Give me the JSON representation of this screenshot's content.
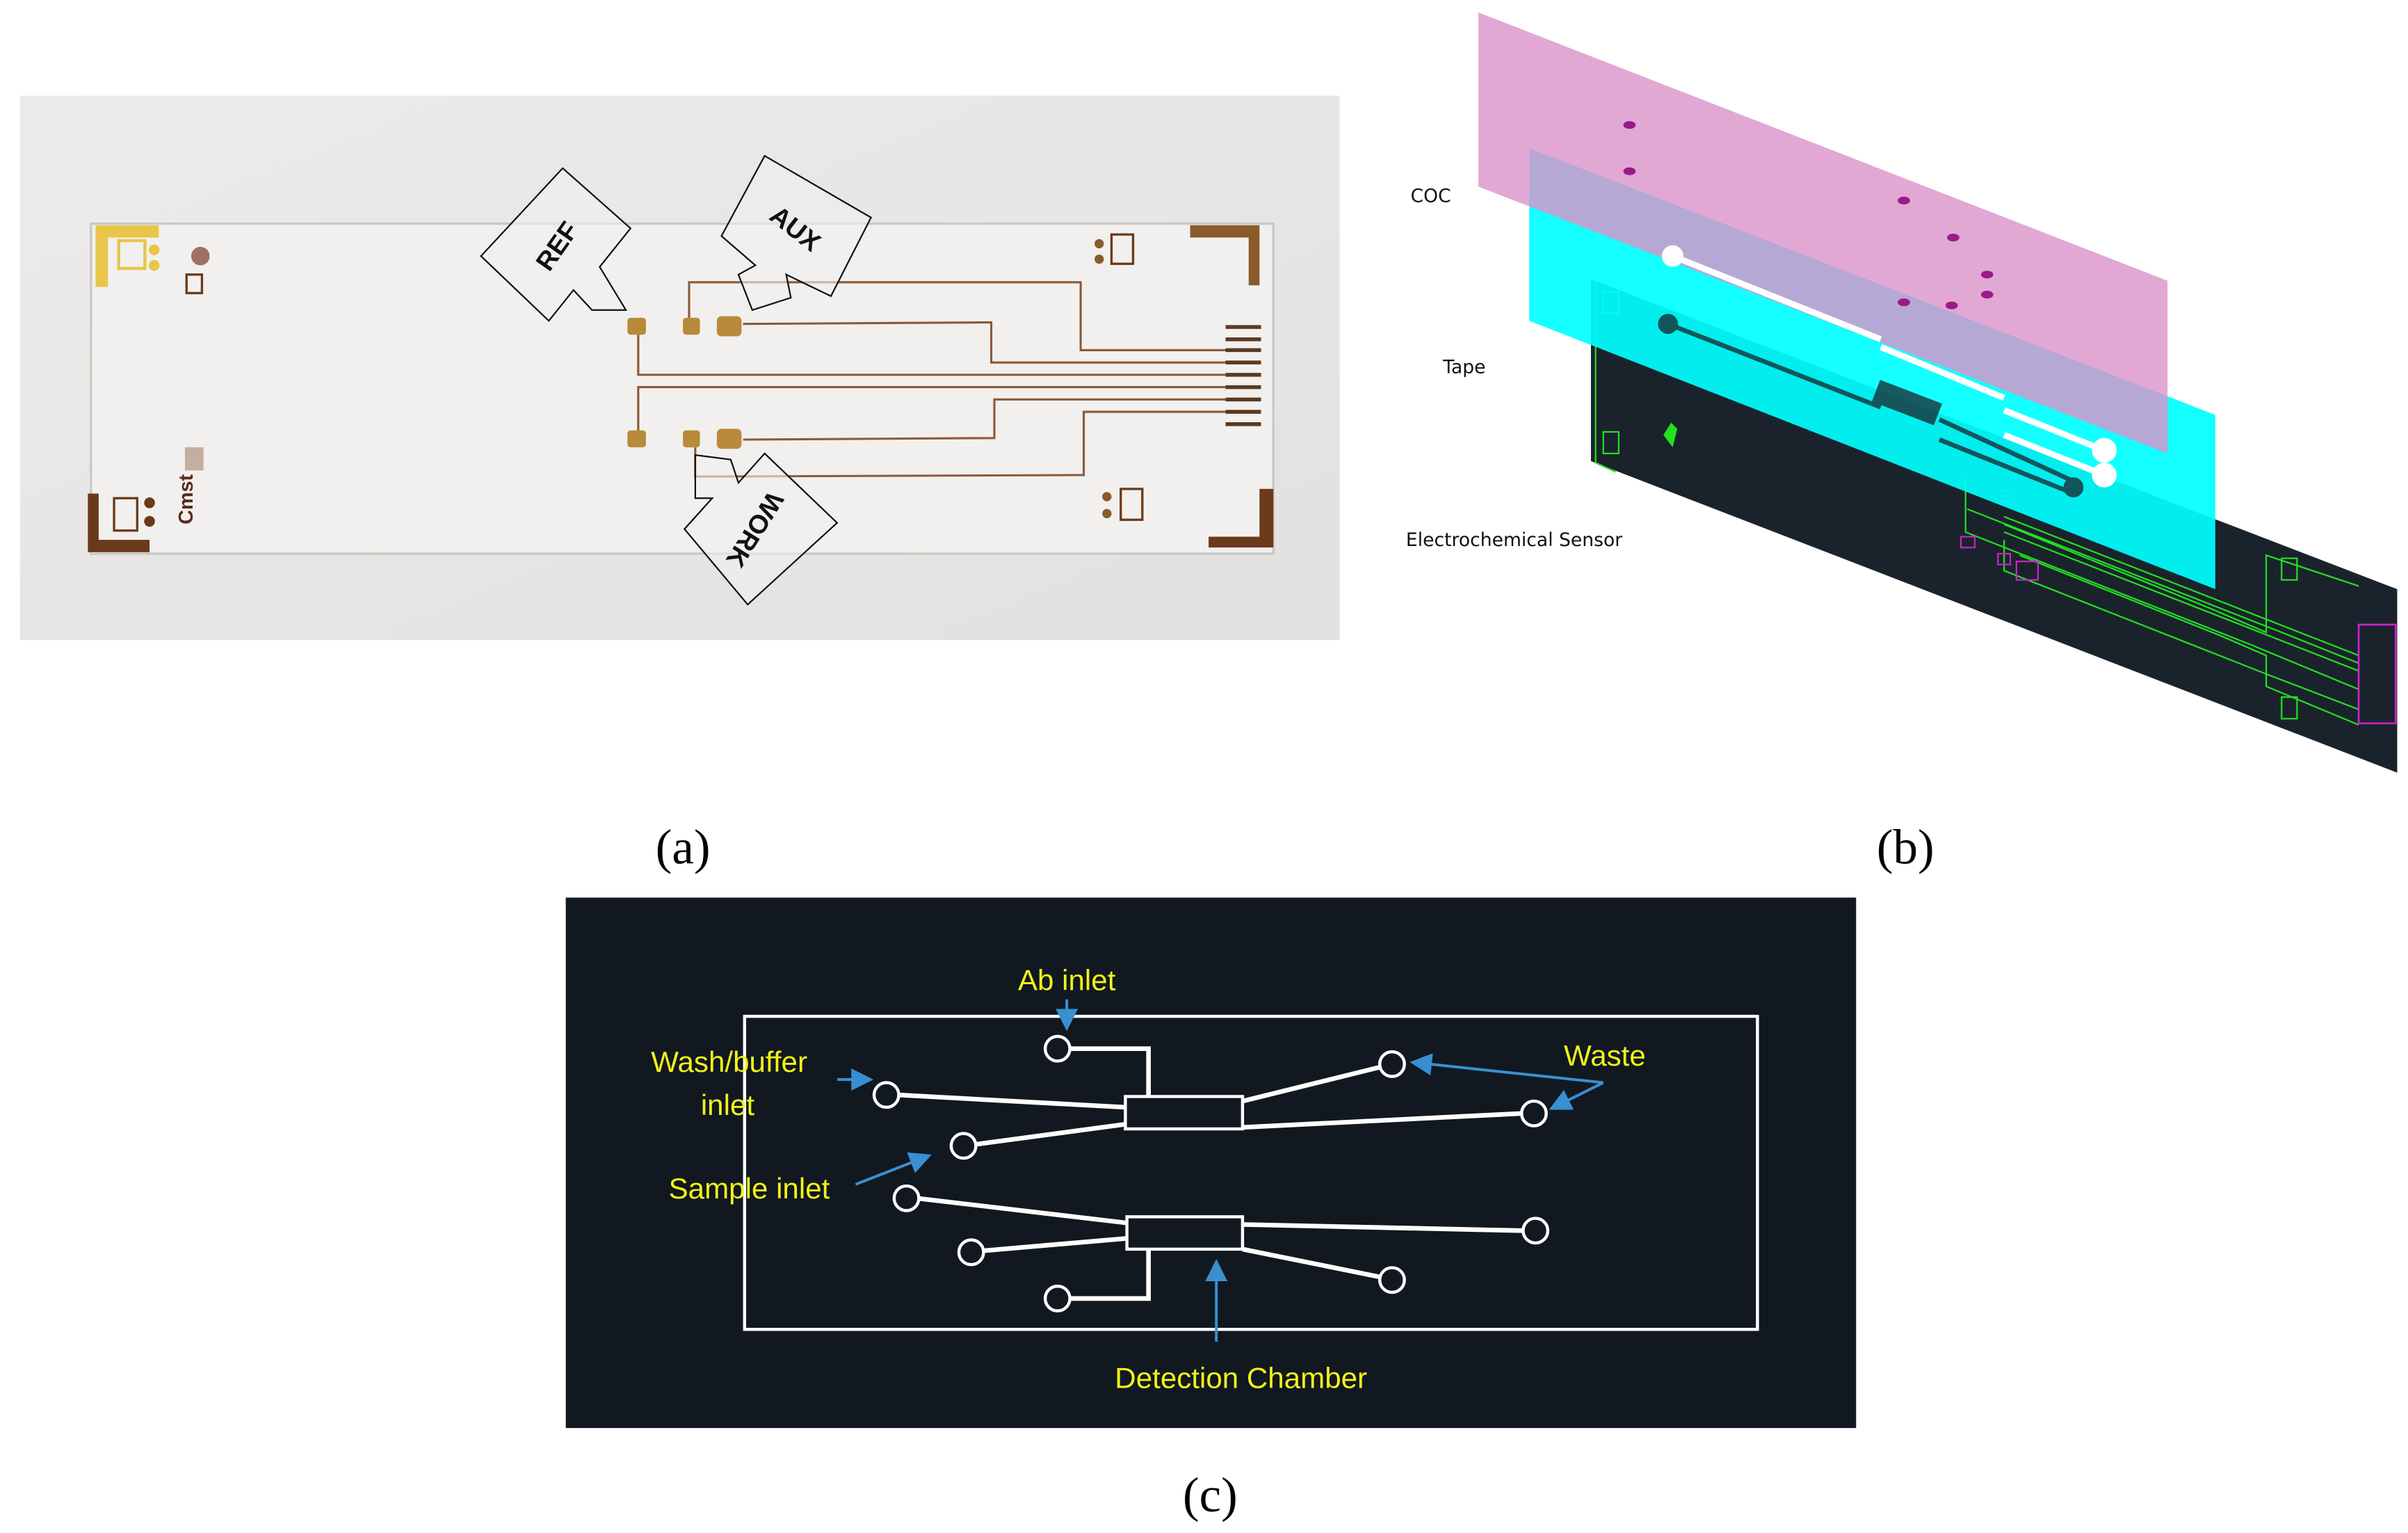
{
  "panels": {
    "a": {
      "label": "(a)",
      "callouts": {
        "ref": "REF",
        "aux": "AUX",
        "work": "WORK"
      },
      "logo_text": "Cmst"
    },
    "b": {
      "label": "(b)",
      "layers": {
        "coc": "COC",
        "tape": "Tape",
        "sensor": "Electrochemical Sensor"
      }
    },
    "c": {
      "label": "(c)",
      "annotations": {
        "ab_inlet": "Ab inlet",
        "wash_line1": "Wash/buffer",
        "wash_line2": "inlet",
        "sample_inlet": "Sample inlet",
        "waste": "Waste",
        "detection_chamber": "Detection Chamber"
      }
    }
  },
  "colors": {
    "coc": "#da95cb",
    "tape": "#00ffff",
    "sensor": "#1a232b",
    "trace_green": "#22e022",
    "panel_c_bg": "#111820",
    "annotation_yellow": "#f2f21a",
    "arrow_blue": "#3a8fd0",
    "gold": "#e8c64a",
    "copper": "#7a4a2a"
  }
}
